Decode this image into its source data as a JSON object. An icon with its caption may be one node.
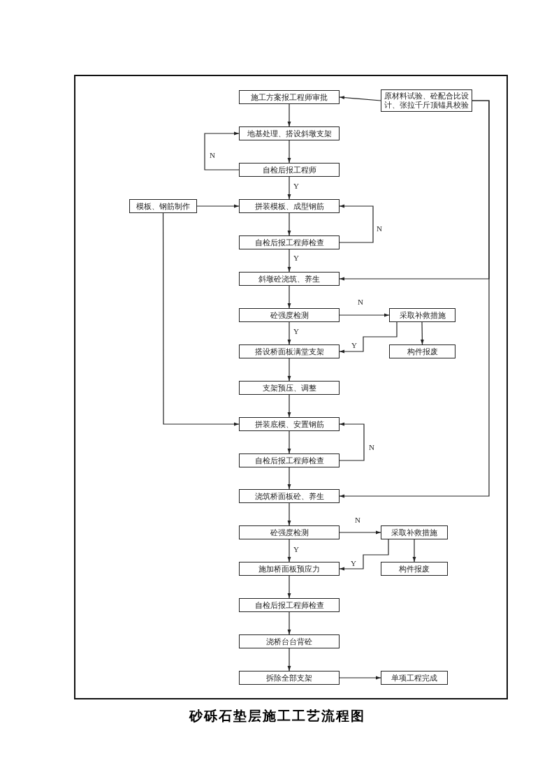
{
  "diagram": {
    "caption": "砂砾石垫层施工工艺流程图",
    "nodes": [
      {
        "text": [
          "施工方案报工程师审批"
        ]
      },
      {
        "text": [
          "原材料试验、砼配合比设计、张拉千斤顶锚具校验"
        ]
      },
      {
        "text": [
          "地基处理、搭设斜墩支架"
        ]
      },
      {
        "text": [
          "自检后报工程师"
        ]
      },
      {
        "text": [
          "模板、钢筋制作"
        ]
      },
      {
        "text": [
          "拼装模板、成型钢筋"
        ]
      },
      {
        "text": [
          "自检后报工程师检查"
        ]
      },
      {
        "text": [
          "斜墩砼浇筑、养生"
        ]
      },
      {
        "text": [
          "砼强度检测"
        ]
      },
      {
        "text": [
          "采取补救措施"
        ]
      },
      {
        "text": [
          "搭设桥面板满堂支架"
        ]
      },
      {
        "text": [
          "构件报废"
        ]
      },
      {
        "text": [
          "支架预压、调整"
        ]
      },
      {
        "text": [
          "拼装底模、安置钢筋"
        ]
      },
      {
        "text": [
          "自检后报工程师检查"
        ]
      },
      {
        "text": [
          "浇筑桥面板砼、养生"
        ]
      },
      {
        "text": [
          "砼强度检测"
        ]
      },
      {
        "text": [
          "采取补救措施"
        ]
      },
      {
        "text": [
          "施加桥面板预应力"
        ]
      },
      {
        "text": [
          "构件报废"
        ]
      },
      {
        "text": [
          "自检后报工程师检查"
        ]
      },
      {
        "text": [
          "浇桥台台背砼"
        ]
      },
      {
        "text": [
          "拆除全部支架"
        ]
      },
      {
        "text": [
          "单项工程完成"
        ]
      }
    ],
    "edges": [
      {
        "from": 1,
        "to": 0,
        "arrow": "to"
      },
      {
        "from": 0,
        "to": 2,
        "arrow": "to"
      },
      {
        "from": 2,
        "to": 3,
        "arrow": "to"
      },
      {
        "from": 3,
        "to": 2,
        "arrow": "to",
        "label": "N"
      },
      {
        "from": 3,
        "to": 5,
        "arrow": "to",
        "label": "Y"
      },
      {
        "from": 4,
        "to": 5,
        "arrow": "to"
      },
      {
        "from": 5,
        "to": 6,
        "arrow": "to"
      },
      {
        "from": 6,
        "to": 5,
        "arrow": "to",
        "label": "N"
      },
      {
        "from": 6,
        "to": 7,
        "arrow": "to",
        "label": "Y"
      },
      {
        "from": 1,
        "to": 7,
        "arrow": "to"
      },
      {
        "from": 1,
        "to": 15,
        "arrow": "to"
      },
      {
        "from": 7,
        "to": 8,
        "arrow": "to"
      },
      {
        "from": 8,
        "to": 9,
        "arrow": "to",
        "label": "N"
      },
      {
        "from": 8,
        "to": 10,
        "arrow": "to",
        "label": "Y"
      },
      {
        "from": 9,
        "to": 10,
        "arrow": "to",
        "label": "Y"
      },
      {
        "from": 9,
        "to": 11,
        "arrow": "to"
      },
      {
        "from": 10,
        "to": 12,
        "arrow": "to"
      },
      {
        "from": 12,
        "to": 13,
        "arrow": "to"
      },
      {
        "from": 4,
        "to": 13,
        "arrow": "to"
      },
      {
        "from": 13,
        "to": 14,
        "arrow": "to"
      },
      {
        "from": 14,
        "to": 13,
        "arrow": "to",
        "label": "N"
      },
      {
        "from": 14,
        "to": 15,
        "arrow": "to"
      },
      {
        "from": 15,
        "to": 16,
        "arrow": "to"
      },
      {
        "from": 16,
        "to": 17,
        "arrow": "to",
        "label": "N"
      },
      {
        "from": 16,
        "to": 18,
        "arrow": "to",
        "label": "Y"
      },
      {
        "from": 17,
        "to": 18,
        "arrow": "to",
        "label": "Y"
      },
      {
        "from": 17,
        "to": 19,
        "arrow": "to"
      },
      {
        "from": 18,
        "to": 20,
        "arrow": "to"
      },
      {
        "from": 20,
        "to": 21,
        "arrow": "to"
      },
      {
        "from": 21,
        "to": 22,
        "arrow": "to"
      },
      {
        "from": 22,
        "to": 23,
        "arrow": "to"
      }
    ]
  }
}
